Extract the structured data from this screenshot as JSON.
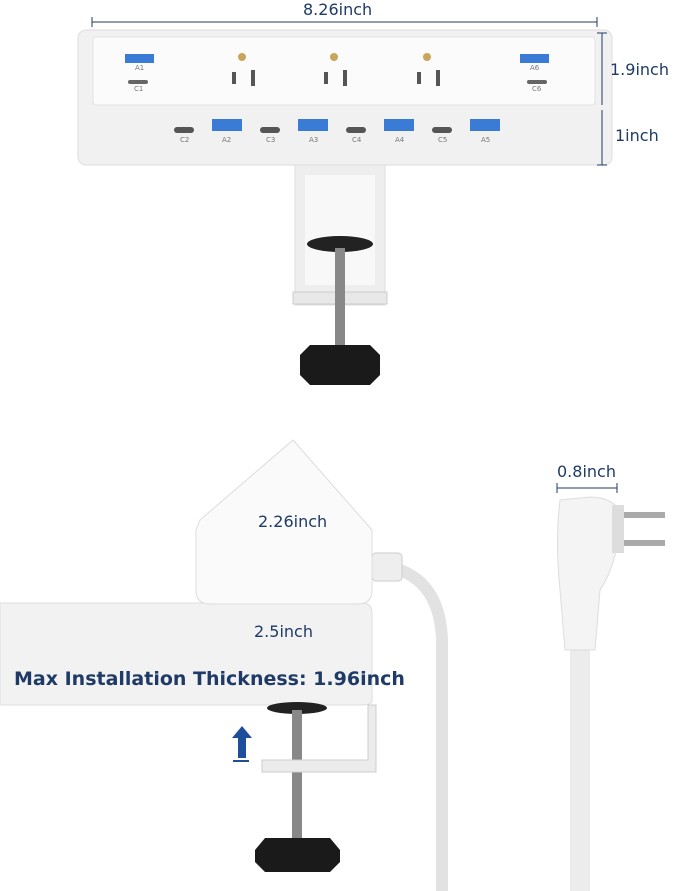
{
  "dimensions": {
    "width": "8.26inch",
    "top_height": "1.9inch",
    "front_height": "1inch",
    "side_height": "2.26inch",
    "depth": "2.5inch",
    "plug_width": "0.8inch"
  },
  "headline": "Max Installation Thickness: 1.96inch",
  "ports": {
    "top": [
      "A1",
      "C1",
      "A6",
      "C6"
    ],
    "front": [
      "C2",
      "A2",
      "C3",
      "A3",
      "C4",
      "A4",
      "C5",
      "A5"
    ]
  },
  "colors": {
    "accent": "#1f3a66",
    "usb_a": "#3a7bd5",
    "arrow": "#1f4e9a"
  }
}
